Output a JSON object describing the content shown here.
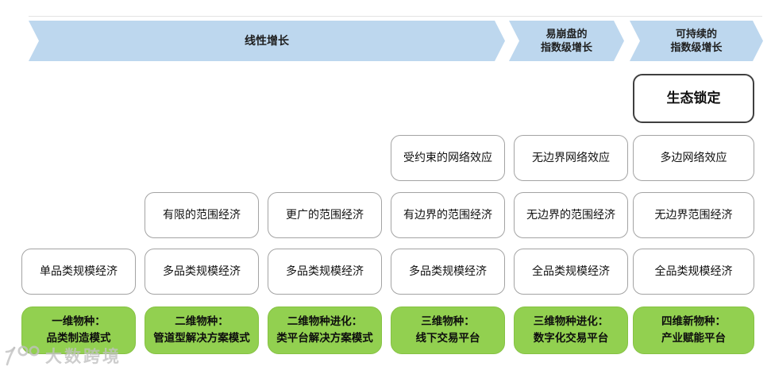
{
  "colors": {
    "arrow_blue": "#bdd7ee",
    "box_border_gray": "#a3a3a3",
    "ecosystem_border": "#3f3f3f",
    "species_green": "#92d050",
    "text": "#1a1a1a",
    "watermark_gray": "#c0c0c0"
  },
  "arrows": [
    "线性增长",
    "易崩盘的\n指数级增长",
    "可持续的\n指数级增长"
  ],
  "stairs": {
    "ecosystem_lock": "生态锁定",
    "network_effects": [
      "受约束的网络效应",
      "无边界网络效应",
      "多边网络效应"
    ],
    "scope_economies": [
      "有限的范围经济",
      "更广的范围经济",
      "有边界的范围经济",
      "无边界的范围经济",
      "无边界范围经济"
    ],
    "scale_economies": [
      "单品类规模经济",
      "多品类规模经济",
      "多品类规模经济",
      "多品类规模经济",
      "全品类规模经济",
      "全品类规模经济"
    ],
    "species": [
      "一维物种：\n品类制造模式",
      "二维物种：\n管道型解决方案模式",
      "二维物种进化：\n类平台解决方案模式",
      "三维物种：\n线下交易平台",
      "三维物种进化：\n数字化交易平台",
      "四维新物种：\n产业赋能平台"
    ]
  },
  "watermark": {
    "brand": "大数跨境"
  }
}
